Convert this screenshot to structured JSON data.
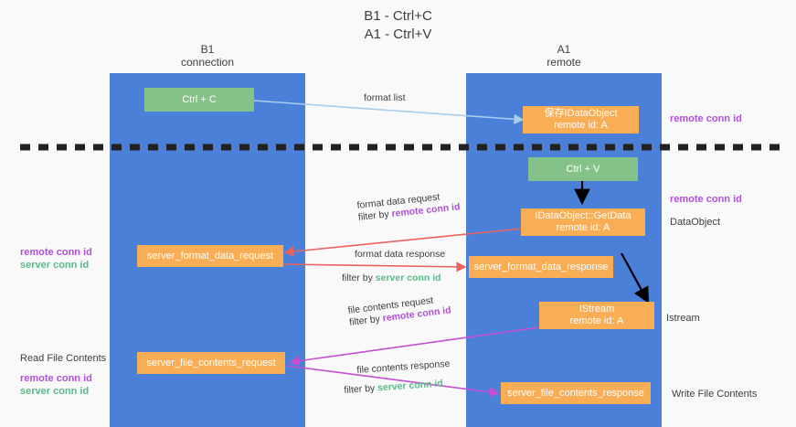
{
  "title": {
    "line1": "B1 - Ctrl+C",
    "line2": "A1 - Ctrl+V"
  },
  "columns": [
    {
      "name": "B1",
      "role": "connection"
    },
    {
      "name": "A1",
      "role": "remote"
    }
  ],
  "nodes": {
    "ctrl_c": {
      "label": "Ctrl + C"
    },
    "ctrl_v": {
      "label": "Ctrl + V"
    },
    "save_idataobject": {
      "label": "保存IDataObject",
      "sub": "remote id: A"
    },
    "getdata": {
      "label": "IDataObject::GetData",
      "sub": "remote id: A"
    },
    "istream": {
      "label": "IStream",
      "sub": "remote id: A"
    },
    "server_format_data_request": {
      "label": "server_format_data_request"
    },
    "server_format_data_response": {
      "label": "server_format_data_response"
    },
    "server_file_contents_request": {
      "label": "server_file_contents_request"
    },
    "server_file_contents_response": {
      "label": "server_file_contents_response"
    }
  },
  "edges": {
    "format_list": {
      "line1": "format list"
    },
    "format_data_request": {
      "line1": "format data request",
      "line2_prefix": "filter by ",
      "line2_hl": "remote conn id"
    },
    "format_data_response": {
      "line1": "format data response",
      "line2_prefix": "filter by ",
      "line2_hl": "server conn id"
    },
    "file_contents_request": {
      "line1": "file contents request",
      "line2_prefix": "filter by ",
      "line2_hl": "remote conn id"
    },
    "file_contents_response": {
      "line1": "file contents response",
      "line2_prefix": "filter by ",
      "line2_hl": "server conn id"
    }
  },
  "annotations": {
    "left": {
      "remote_conn_id": "remote conn id",
      "server_conn_id": "server conn id",
      "read_file_contents": "Read File Contents",
      "remote_conn_id_2": "remote conn id",
      "server_conn_id_2": "server conn id"
    },
    "right": {
      "remote_conn_id_top": "remote conn id",
      "remote_conn_id_mid": "remote conn id",
      "dataobject": "DataObject",
      "istream": "Istream",
      "write_file_contents": "Write File Contents"
    }
  },
  "colors": {
    "lane": "#4a80d8",
    "green_node": "#85c289",
    "orange_node": "#f9ad55",
    "purple": "#b14fd8",
    "green_text": "#57bb8a",
    "red_arrow": "#e8635f",
    "magenta_arrow": "#c44fd0",
    "light_blue_arrow": "#a8cdef",
    "black_arrow": "#000000",
    "divider": "#202124",
    "background": "#f9f9f9"
  }
}
